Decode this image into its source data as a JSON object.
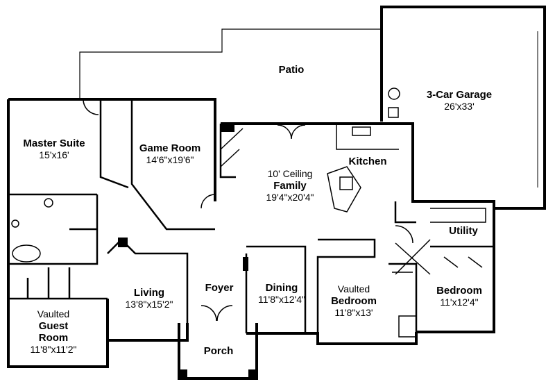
{
  "title": "Floor Plan",
  "rooms": {
    "patio": {
      "name": "Patio"
    },
    "garage": {
      "name": "3-Car Garage",
      "size": "26'x33'"
    },
    "master_suite": {
      "name": "Master Suite",
      "size": "15'x16'"
    },
    "game_room": {
      "name": "Game Room",
      "size": "14'6\"x19'6\""
    },
    "family": {
      "note": "10' Ceiling",
      "name": "Family",
      "size": "19'4\"x20'4\""
    },
    "kitchen": {
      "name": "Kitchen"
    },
    "utility": {
      "name": "Utility"
    },
    "living": {
      "name": "Living",
      "size": "13'8\"x15'2\""
    },
    "foyer": {
      "name": "Foyer"
    },
    "dining": {
      "name": "Dining",
      "size": "11'8\"x12'4\""
    },
    "vaulted_bedroom": {
      "note": "Vaulted",
      "name": "Bedroom",
      "size": "11'8\"x13'"
    },
    "bedroom": {
      "name": "Bedroom",
      "size": "11'x12'4\""
    },
    "guest_room": {
      "note": "Vaulted",
      "name1": "Guest",
      "name2": "Room",
      "size": "11'8\"x11'2\""
    },
    "porch": {
      "name": "Porch"
    }
  }
}
